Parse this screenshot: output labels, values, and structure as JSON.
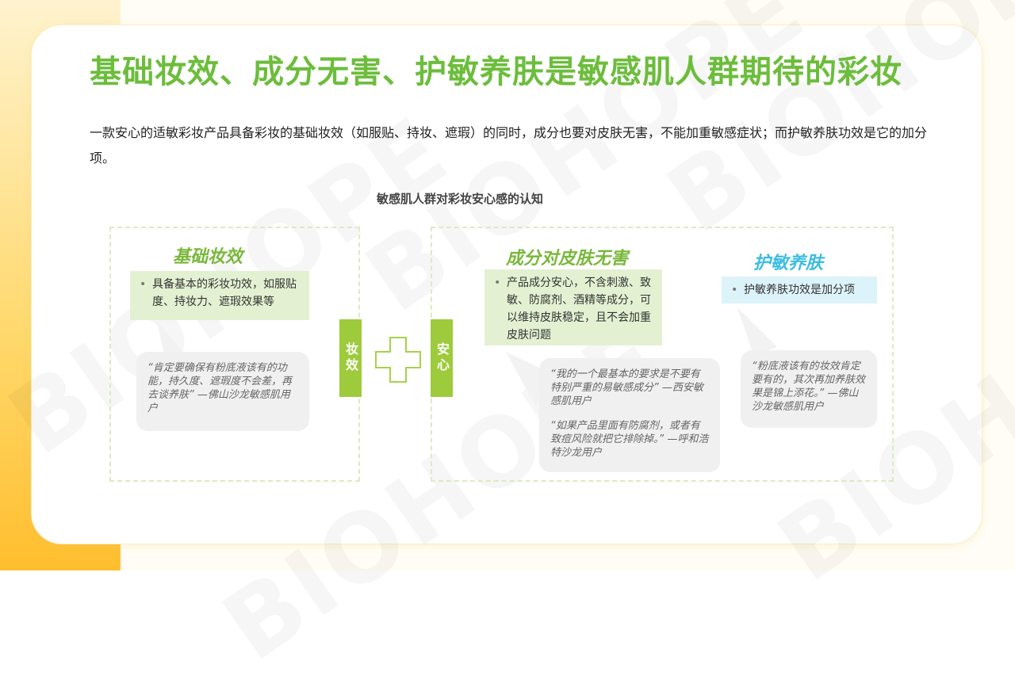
{
  "page": {
    "title": "基础妆效、成分无害、护敏养肤是敏感肌人群期待的彩妆",
    "intro": "一款安心的适敏彩妆产品具备彩妆的基础妆效（如服贴、持妆、遮瑕）的同时，成分也要对皮肤无害，不能加重敏感症状；而护敏养肤功效是它的加分项。",
    "watermark": "BIOHOPE"
  },
  "figure": {
    "title": "敏感肌人群对彩妆安心感的认知",
    "left": {
      "heading": "基础妆效",
      "bullet": "具备基本的彩妆功效，如服贴度、持妆力、遮瑕效果等",
      "quote": "“肯定要确保有粉底液该有的功能，持久度、遮瑕度不会差，再去谈养肤” —佛山沙龙敏感肌用户",
      "bar_label": "妆效"
    },
    "right": {
      "bar_label": "安心",
      "ingredient": {
        "heading": "成分对皮肤无害",
        "bullet": "产品成分安心，不含刺激、致敏、防腐剂、酒精等成分，可以维持皮肤稳定，且不会加重皮肤问题",
        "quote1": "“我的一个最基本的要求是不要有特别严重的易敏感成分” —西安敏感肌用户",
        "quote2": "“如果产品里面有防腐剂，或者有致痘风险就把它排除掉。” —呼和浩特沙龙用户"
      },
      "care": {
        "heading": "护敏养肤",
        "bullet": "护敏养肤功效是加分项",
        "quote": "“粉底液该有的妆效肯定要有的，其次再加养肤效果是锦上添花。” —佛山沙龙敏感肌用户"
      }
    }
  },
  "colors": {
    "title_green": "#6cbd3c",
    "bar_green": "#9ecb3c",
    "cyan": "#3dbde0"
  }
}
